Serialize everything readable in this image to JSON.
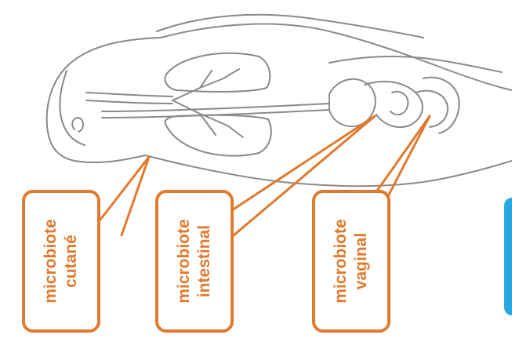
{
  "labels": {
    "cutane": {
      "line1": "microbiote",
      "line2": "cutané"
    },
    "intestinal": {
      "line1": "microbiote",
      "line2": "intestinal"
    },
    "vaginal": {
      "line1": "microbiote",
      "line2": "vaginal"
    }
  },
  "colors": {
    "callout": "#e07a2e",
    "outline": "#8a8a8a",
    "accent_edge": "#25a7e0"
  }
}
